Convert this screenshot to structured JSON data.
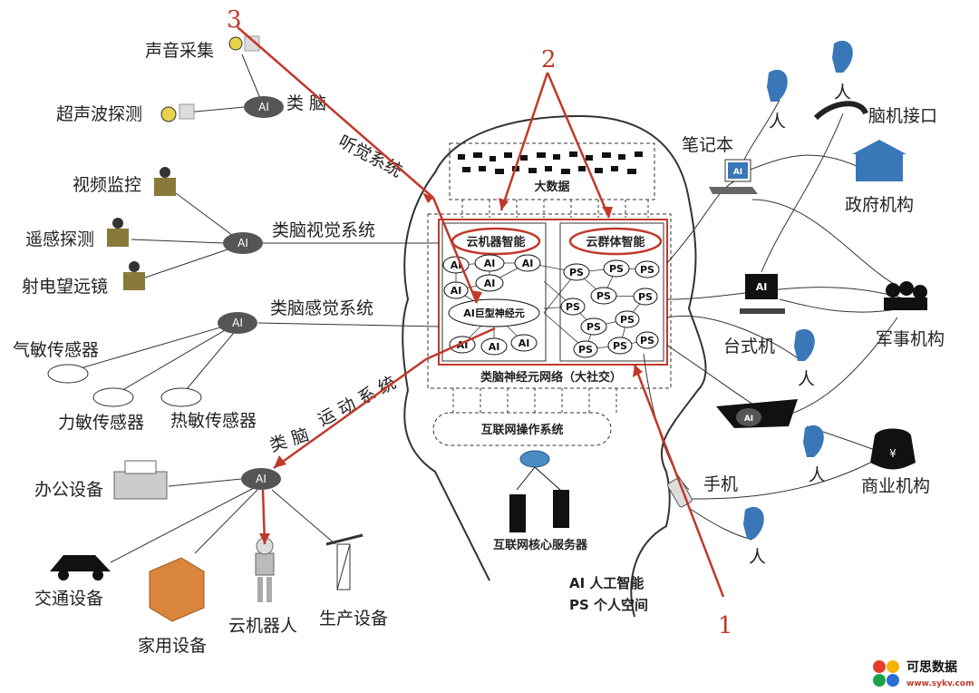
{
  "markers": {
    "m1": "1",
    "m2": "2",
    "m3": "3"
  },
  "left": {
    "sound": "声音采集",
    "ultrasound": "超声波探测",
    "video": "视频监控",
    "remote": "遥感探测",
    "telescope": "射电望远镜",
    "gas": "气敏传感器",
    "force": "力敏传感器",
    "heat": "热敏传感器",
    "office": "办公设备",
    "traffic": "交通设备",
    "home": "家用设备",
    "robot": "云机器人",
    "production": "生产设备"
  },
  "systems": {
    "hearing_a": "类 脑",
    "hearing_b": "听觉系统",
    "vision": "类脑视觉系统",
    "sense": "类脑感觉系统",
    "motion_a": "类 脑",
    "motion_b": "运 动 系 统"
  },
  "ai_label": "AI",
  "center": {
    "bigdata": "大数据",
    "cloud_machine": "云机器智能",
    "cloud_group": "云群体智能",
    "giant_neuron": "AI巨型神经元",
    "network": "类脑神经元网络（大社交）",
    "os": "互联网操作系统",
    "servers": "互联网核心服务器",
    "ai_node": "AI",
    "ps_node": "PS"
  },
  "right": {
    "laptop": "笔记本",
    "person": "人",
    "bci": "脑机接口",
    "gov": "政府机构",
    "desktop": "台式机",
    "military": "军事机构",
    "phone": "手机",
    "business": "商业机构"
  },
  "legend": {
    "ai": "AI 人工智能",
    "ps": "PS 个人空间"
  },
  "watermark": {
    "name": "可思数据",
    "url": "www.sykv.com"
  },
  "colors": {
    "red": "#c0392b",
    "blue_person": "#3a77b8",
    "ai_ellipse": "#555555"
  }
}
